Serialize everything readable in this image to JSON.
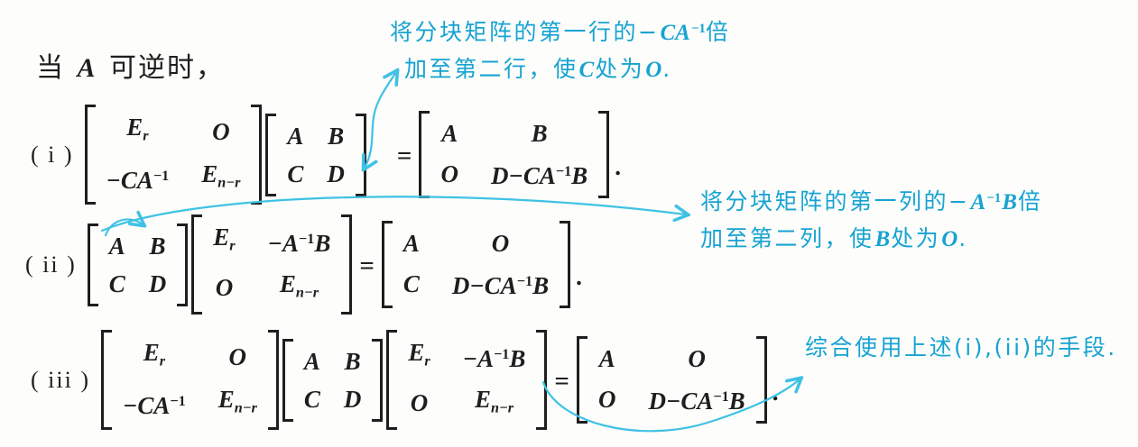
{
  "intro": {
    "text": "当 *A* 可逆时，"
  },
  "equations": {
    "eq1": {
      "label": "( i )",
      "m1": {
        "cells": [
          "E~r~",
          "O",
          "−CA^−1^",
          "E~n−r~"
        ]
      },
      "m2": {
        "cells": [
          "A",
          "B",
          "C",
          "D"
        ]
      },
      "eq": "=",
      "r": {
        "cells": [
          "A",
          "B",
          "O",
          "D−CA^−1^B"
        ]
      },
      "period": "."
    },
    "eq2": {
      "label": "( ii )",
      "m1": {
        "cells": [
          "A",
          "B",
          "C",
          "D"
        ]
      },
      "m2": {
        "cells": [
          "E~r~",
          "−A^−1^B",
          "O",
          "E~n−r~"
        ]
      },
      "eq": "=",
      "r": {
        "cells": [
          "A",
          "O",
          "C",
          "D−CA^−1^B"
        ]
      },
      "period": "."
    },
    "eq3": {
      "label": "( iii )",
      "m1": {
        "cells": [
          "E~r~",
          "O",
          "−CA^−1^",
          "E~n−r~"
        ]
      },
      "m2": {
        "cells": [
          "A",
          "B",
          "C",
          "D"
        ]
      },
      "m3": {
        "cells": [
          "E~r~",
          "−A^−1^B",
          "O",
          "E~n−r~"
        ]
      },
      "eq": "=",
      "r": {
        "cells": [
          "A",
          "O",
          "O",
          "D−CA^−1^B"
        ]
      },
      "period": "."
    }
  },
  "annotations": {
    "top": {
      "line1": "将分块矩阵的第一行的−*CA*^−1^倍",
      "line2": "加至第二行，使*C*处为*O*."
    },
    "right": {
      "line1": "将分块矩阵的第一列的−*A*^−1^*B*倍",
      "line2": "加至第二列，使*B*处为*O*."
    },
    "bottom": {
      "line1": "综合使用上述(i),(ii)的手段."
    }
  },
  "colors": {
    "ink": "#1e1e1e",
    "annotation": "#17a3d2",
    "arrow": "#3fc2e5",
    "background": "#fdfdfb"
  }
}
